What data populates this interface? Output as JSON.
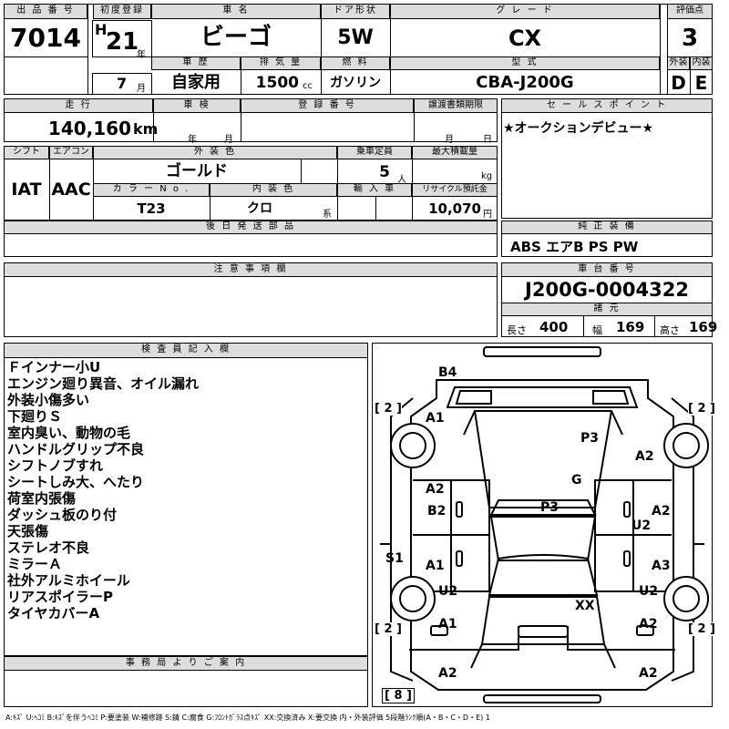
{
  "header": {
    "lot_label": "出 品 番 号",
    "lot_no": "7014",
    "first_reg_label": "初度登録",
    "era": "H",
    "year": "21",
    "year_unit": "年",
    "month": "7",
    "month_unit": "月",
    "car_name_label": "車 名",
    "car_name": "ビーゴ",
    "door_label": "ドア形状",
    "door": "5W",
    "grade_label": "グ レ ー ド",
    "grade": "CX",
    "score_label": "評価点",
    "score": "3",
    "history_label": "車 歴",
    "history": "自家用",
    "displacement_label": "排 気 量",
    "displacement": "1500",
    "displacement_unit": "cc",
    "fuel_label": "燃 料",
    "fuel": "ガソリン",
    "model_label": "型 式",
    "model": "CBA-J200G",
    "exterior_label": "外装",
    "exterior": "D",
    "interior_label": "内装",
    "interior": "E"
  },
  "row2": {
    "mileage_label": "走 行",
    "mileage": "140,160",
    "mileage_unit": "km",
    "inspection_label": "車 検",
    "year_unit": "年",
    "month_unit": "月",
    "registration_label": "登 録 番 号",
    "transfer_label": "譲渡書類期限",
    "month_unit2": "月",
    "day_unit": "日",
    "sales_point_label": "セ ー ル ス ポ イ ン ト",
    "sales_point": "★オークションデビュー★"
  },
  "row3": {
    "shift_label": "シフト",
    "shift": "IAT",
    "ac_label": "エアコン",
    "ac": "AAC",
    "ext_color_label": "外 装 色",
    "ext_color": "ゴールド",
    "capacity_label": "乗車定員",
    "capacity": "5",
    "capacity_unit": "人",
    "load_label": "最大積載量",
    "load_unit": "kg",
    "color_no_label": "カ ラ ー N o .",
    "color_no": "T23",
    "int_color_label": "内 装 色",
    "int_color": "クロ",
    "int_color_unit": "系",
    "import_label": "輸 入 車",
    "recycle_label": "リサイクル預託金",
    "recycle": "10,070",
    "recycle_unit": "円",
    "later_label": "後 日 発 送 部 品",
    "equipment_label": "純 正 装 備",
    "equipment": "ABS エアB PS PW"
  },
  "notes": {
    "notes_label": "注 意 事 項 欄",
    "chassis_label": "車 台 番 号",
    "chassis": "J200G-0004322",
    "spec_label": "諸 元",
    "length_label": "長さ",
    "length": "400",
    "width_label": "幅",
    "width": "169",
    "height_label": "高さ",
    "height": "169"
  },
  "inspector": {
    "label": "検 査 員 記 入 欄",
    "remarks": [
      "Ｆインナー小U",
      "エンジン廻り異音、オイル漏れ",
      "外装小傷多い",
      "下廻りＳ",
      "室内臭い、動物の毛",
      "ハンドルグリップ不良",
      "シフトノブすれ",
      "シートしみ大、へたり",
      "荷室内張傷",
      "ダッシュ板のり付",
      "天張傷",
      "ステレオ不良",
      "ミラーＡ",
      "社外アルミホイール",
      "リアスポイラーP",
      "タイヤカバーA"
    ]
  },
  "office": {
    "label": "事 務 局 よ り ご 案 内"
  },
  "diagram": {
    "labels": [
      "B4",
      "A1",
      "P3",
      "A2",
      "G",
      "A2",
      "B2",
      "P3",
      "A2",
      "U2",
      "S1",
      "A1",
      "A3",
      "U2",
      "U2",
      "XX",
      "A1",
      "A2",
      "A2",
      "A2"
    ],
    "tires": [
      "[ 2 ]",
      "[ 2 ]",
      "[ 2 ]",
      "[ 2 ]",
      "[ 8 ]"
    ]
  },
  "legend": "A:ｷｽﾞ U:ﾍｺﾐ B:ｷｽﾞを伴うﾍｺﾐ P:要塗装 W:補修跡 S:錆 C:腐食 G:ﾌﾛﾝﾄｶﾞﾗｽ点ｷｽﾞ XX:交換済み X:要交換 内・外装評価 5段階ﾗﾝｸ順(A・B・C・D・E) 1"
}
